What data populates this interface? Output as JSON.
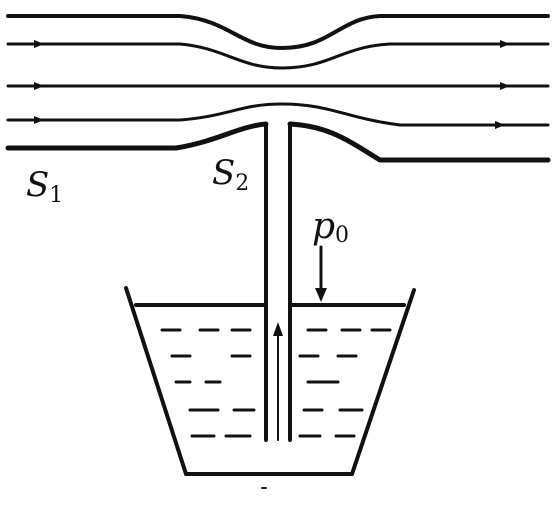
{
  "labels": {
    "s1": {
      "main": "S",
      "sub": "1"
    },
    "s2": {
      "main": "S",
      "sub": "2"
    },
    "p0": {
      "main": "p",
      "sub": "0"
    }
  },
  "colors": {
    "ink": "#111111",
    "background": "#ffffff"
  }
}
